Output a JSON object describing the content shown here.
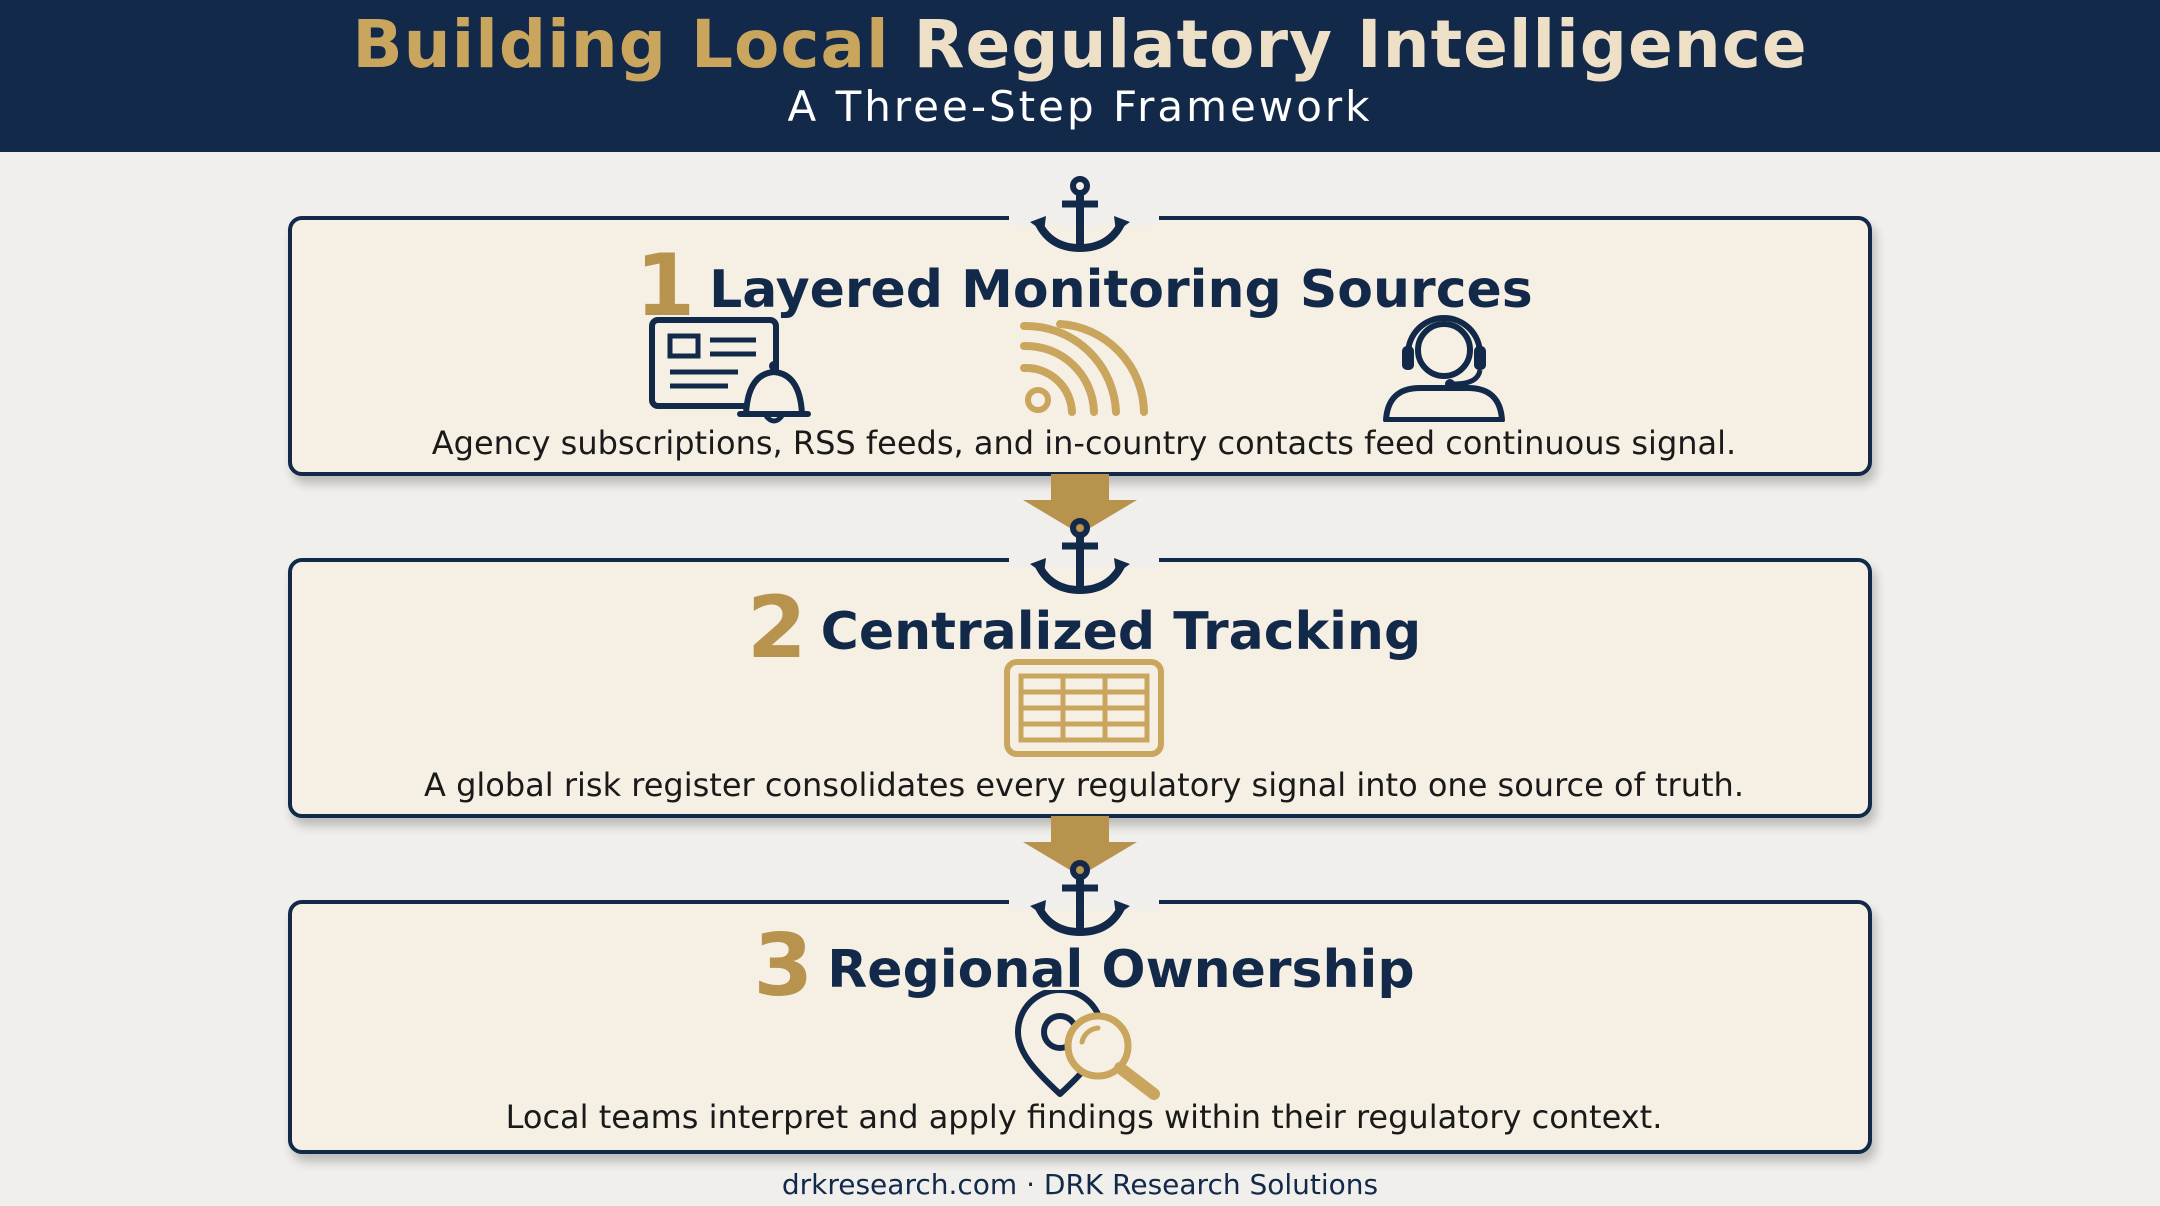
{
  "header": {
    "title_part1": "Building Local",
    "title_part2": "Regulatory Intelligence",
    "subtitle": "A Three-Step Framework"
  },
  "steps": [
    {
      "number": "1",
      "title": "Layered Monitoring Sources",
      "description": "Agency subscriptions, RSS feeds, and in-country contacts feed continuous signal.",
      "icons": [
        "newsletter-bell-icon",
        "rss-feed-icon",
        "headset-contact-icon"
      ]
    },
    {
      "number": "2",
      "title": "Centralized Tracking",
      "description": "A global risk register consolidates every regulatory signal into one source of truth.",
      "icons": [
        "spreadsheet-register-icon"
      ]
    },
    {
      "number": "3",
      "title": "Regional Ownership",
      "description": "Local teams interpret and apply findings within their regulatory context.",
      "icons": [
        "location-search-icon"
      ]
    }
  ],
  "footer": {
    "text": "drkresearch.com · DRK Research Solutions"
  },
  "colors": {
    "navy": "#13294a",
    "gold": "#b8934e",
    "cream": "#f6f0e4",
    "background": "#f0efec"
  }
}
